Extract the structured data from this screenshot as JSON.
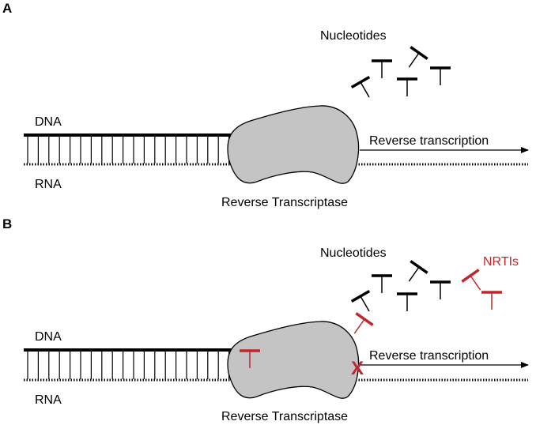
{
  "colors": {
    "strand": "#000000",
    "enzyme_fill": "#c4c4c4",
    "inhibitor": "#c0272d"
  },
  "panels": [
    {
      "label": "A",
      "nucleotides_label": "Nucleotides",
      "dna_label": "DNA",
      "rna_label": "RNA",
      "enzyme_label": "Reverse Transcriptase",
      "arrow_label": "Reverse transcription"
    },
    {
      "label": "B",
      "nucleotides_label": "Nucleotides",
      "inhibitor_label": "NRTIs",
      "dna_label": "DNA",
      "rna_label": "RNA",
      "enzyme_label": "Reverse Transcriptase",
      "arrow_label": "Reverse transcription",
      "block_mark": "X"
    }
  ]
}
